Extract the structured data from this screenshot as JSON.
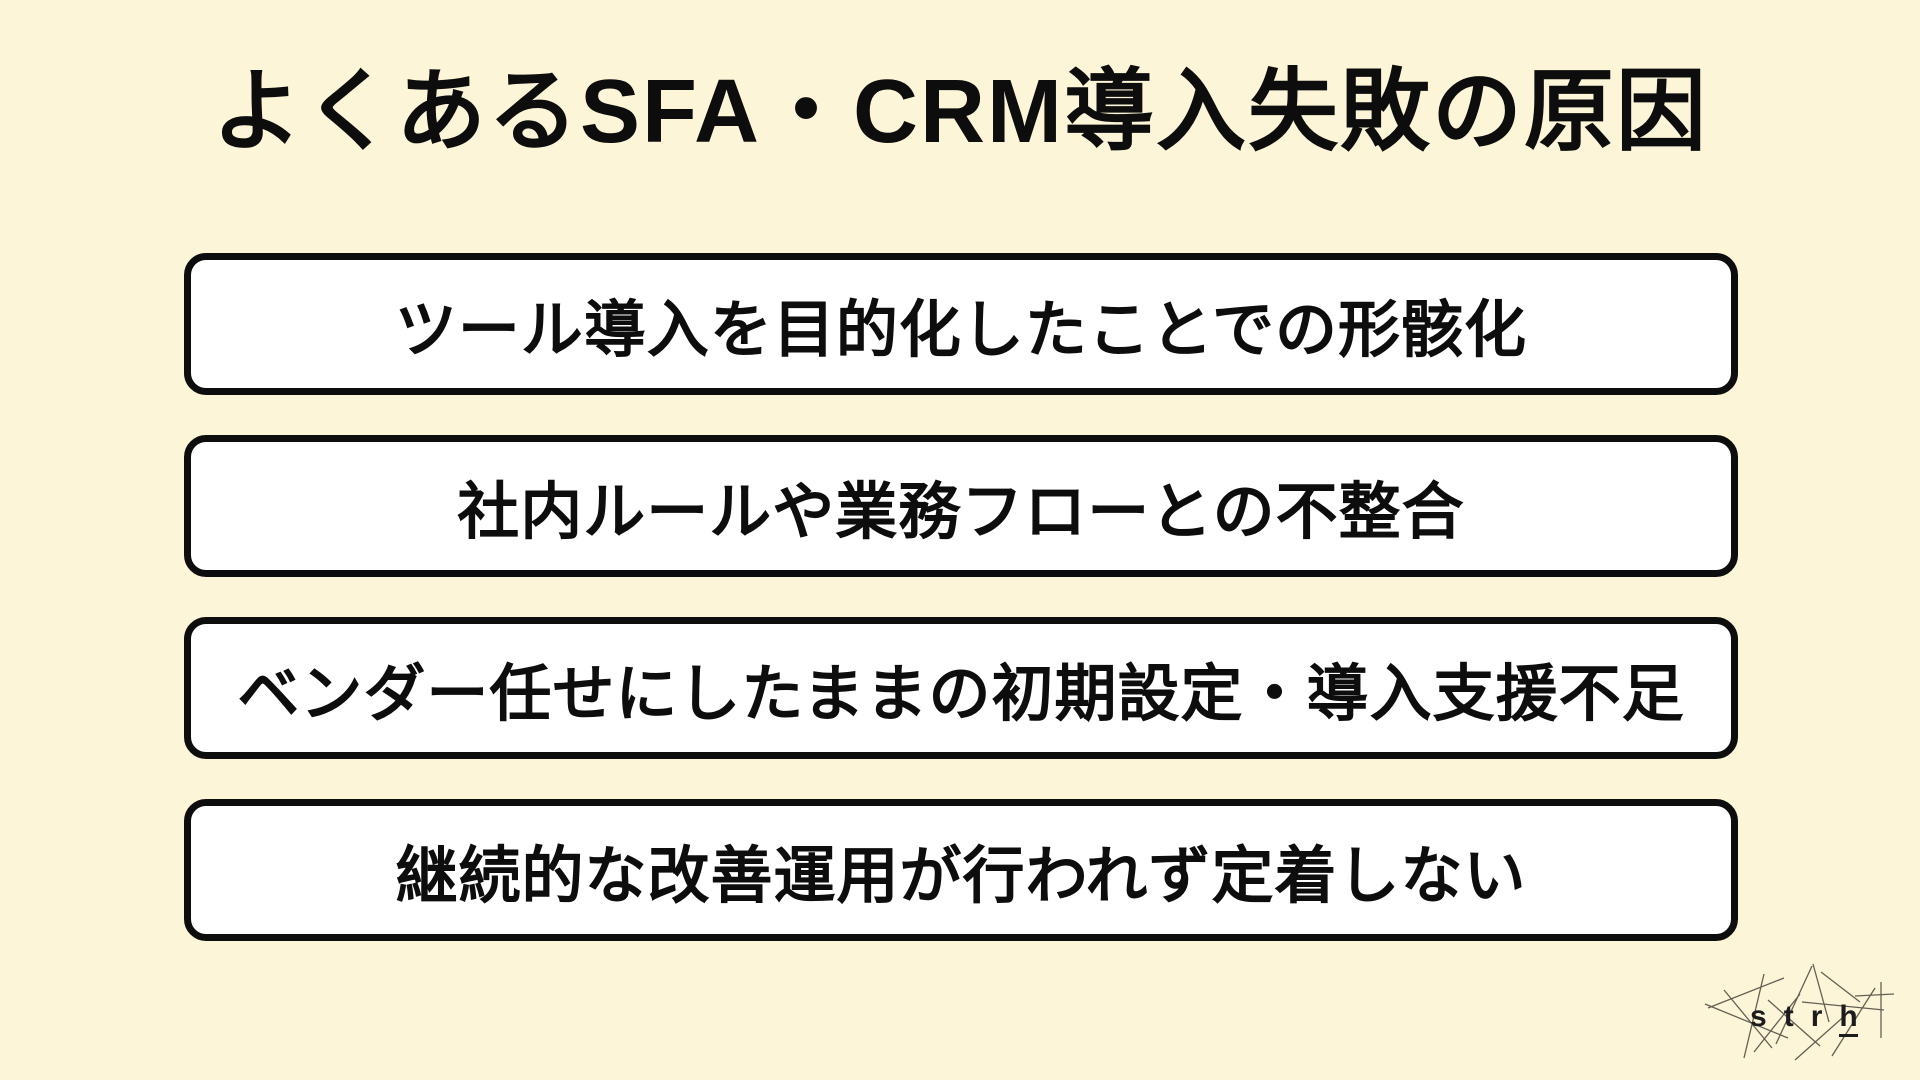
{
  "title": "よくあるSFA・CRM導入失敗の原因",
  "causes": [
    {
      "label": "ツール導入を目的化したことでの形骸化"
    },
    {
      "label": "社内ルールや業務フローとの不整合"
    },
    {
      "label": "ベンダー任せにしたままの初期設定・導入支援不足"
    },
    {
      "label": "継続的な改善運用が行われず定着しない"
    }
  ],
  "logo": {
    "text": "strh",
    "letters": [
      "s",
      "t",
      "r",
      "h"
    ]
  },
  "colors": {
    "background": "#fdf5d8",
    "box_fill": "#ffffff",
    "box_border": "#0d0d0d",
    "text": "#0d0d0d"
  }
}
